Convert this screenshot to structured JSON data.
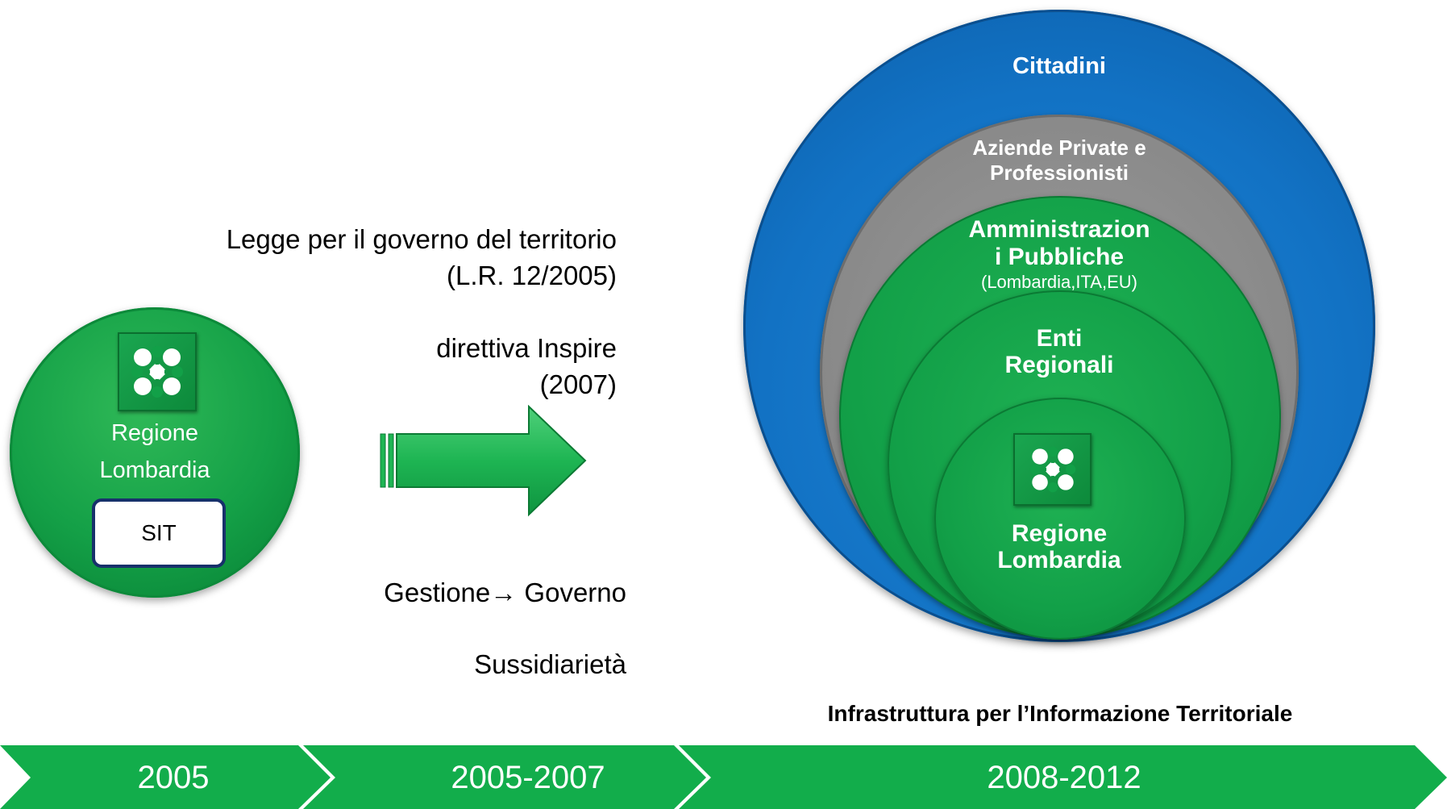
{
  "left": {
    "region_line1": "Regione",
    "region_line2": "Lombardia",
    "sit_label": "SIT"
  },
  "middle": {
    "legge_line1": "Legge per il governo del territorio",
    "legge_line2": "(L.R. 12/2005)",
    "direttiva_line1": "direttiva Inspire",
    "direttiva_line2": "(2007)",
    "gestione": "Gestione→ Governo",
    "sussidiarieta": "Sussidiarietà"
  },
  "right": {
    "cittadini": "Cittadini",
    "aziende_line1": "Aziende Private e",
    "aziende_line2": "Professionisti",
    "amministrazioni_line1": "Amministrazion",
    "amministrazioni_line2": "i Pubbliche",
    "amministrazioni_line3": "(Lombardia,ITA,EU)",
    "enti_line1": "Enti",
    "enti_line2": "Regionali",
    "regione_line1": "Regione",
    "regione_line2": "Lombardia",
    "title": "Infrastruttura per l’Informazione Territoriale"
  },
  "timeline": {
    "segments": [
      "2005",
      "2005-2007",
      "2008-2012"
    ]
  },
  "colors": {
    "green": "#12a048",
    "blue": "#1272c4",
    "gray": "#8a8a8a",
    "navy_border": "#17306b"
  }
}
